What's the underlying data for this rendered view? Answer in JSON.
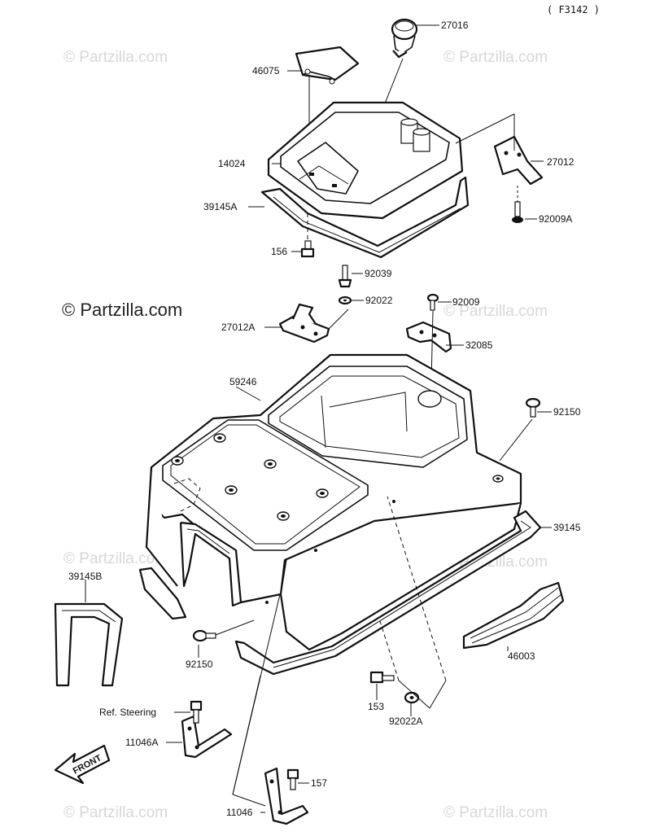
{
  "figure_ref": "( F3142 )",
  "watermarks": [
    "© Partzilla.com",
    "© Partzilla.com",
    "© Partzilla.com",
    "© Partzilla.com",
    "© Partzilla.com",
    "© Partzilla.com",
    "© Partzilla.com",
    "© Partzilla.com"
  ],
  "parts": {
    "p27016": "27016",
    "p46075": "46075",
    "p14024": "14024",
    "p27012": "27012",
    "p39145A": "39145A",
    "p92009A": "92009A",
    "p156": "156",
    "p92039": "92039",
    "p92022": "92022",
    "p92009": "92009",
    "p27012A": "27012A",
    "p32085": "32085",
    "p59246": "59246",
    "p92150a": "92150",
    "p39145": "39145",
    "p39145B": "39145B",
    "p46003": "46003",
    "p92150b": "92150",
    "p153": "153",
    "p92022A": "92022A",
    "ref_steering": "Ref. Steering",
    "p11046A": "11046A",
    "p157": "157",
    "p11046": "11046"
  },
  "front_arrow_label": "FRONT",
  "colors": {
    "ink": "#111111",
    "watermark": "#d7d7d7",
    "background": "#ffffff"
  }
}
